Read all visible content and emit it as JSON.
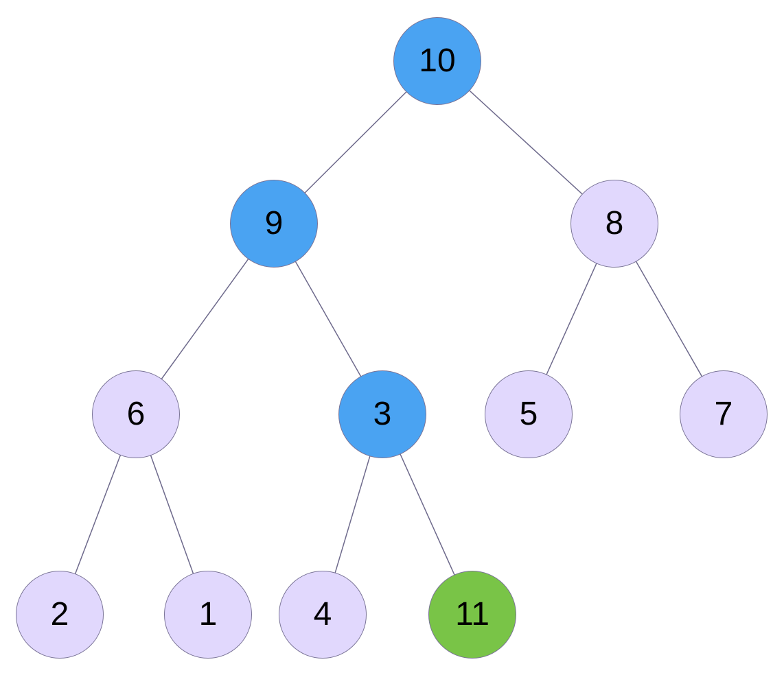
{
  "colors": {
    "highlight_path": "#4aa3f2",
    "default_node": "#e1d8fd",
    "inserted_node": "#79c447",
    "node_border": "#7a7497",
    "edge": "#6e6a8c"
  },
  "tree": {
    "nodes": [
      {
        "id": "n10",
        "value": "10",
        "state": "highlight_path"
      },
      {
        "id": "n9",
        "value": "9",
        "state": "highlight_path"
      },
      {
        "id": "n8",
        "value": "8",
        "state": "default_node"
      },
      {
        "id": "n6",
        "value": "6",
        "state": "default_node"
      },
      {
        "id": "n3",
        "value": "3",
        "state": "highlight_path"
      },
      {
        "id": "n5",
        "value": "5",
        "state": "default_node"
      },
      {
        "id": "n7",
        "value": "7",
        "state": "default_node"
      },
      {
        "id": "n2",
        "value": "2",
        "state": "default_node"
      },
      {
        "id": "n1",
        "value": "1",
        "state": "default_node"
      },
      {
        "id": "n4",
        "value": "4",
        "state": "default_node"
      },
      {
        "id": "n11",
        "value": "11",
        "state": "inserted_node"
      }
    ],
    "edges": [
      {
        "from": "n10",
        "to": "n9"
      },
      {
        "from": "n10",
        "to": "n8"
      },
      {
        "from": "n9",
        "to": "n6"
      },
      {
        "from": "n9",
        "to": "n3"
      },
      {
        "from": "n8",
        "to": "n5"
      },
      {
        "from": "n8",
        "to": "n7"
      },
      {
        "from": "n6",
        "to": "n2"
      },
      {
        "from": "n6",
        "to": "n1"
      },
      {
        "from": "n3",
        "to": "n4"
      },
      {
        "from": "n3",
        "to": "n11"
      }
    ]
  }
}
